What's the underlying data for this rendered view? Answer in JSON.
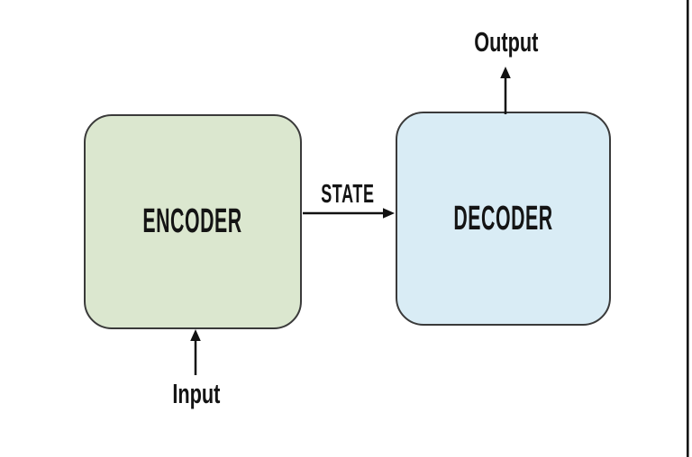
{
  "diagram": {
    "encoder": {
      "label": "ENCODER",
      "fill": "#dbe7cf"
    },
    "decoder": {
      "label": "DECODER",
      "fill": "#d9ecf5"
    },
    "state": {
      "label": "STATE"
    },
    "input": {
      "label": "Input"
    },
    "output": {
      "label": "Output"
    },
    "colors": {
      "box_stroke": "#3a3a3a",
      "arrow": "#111111",
      "text": "#141414",
      "background": "#ffffff",
      "screen_edge_line": "#000000"
    }
  }
}
